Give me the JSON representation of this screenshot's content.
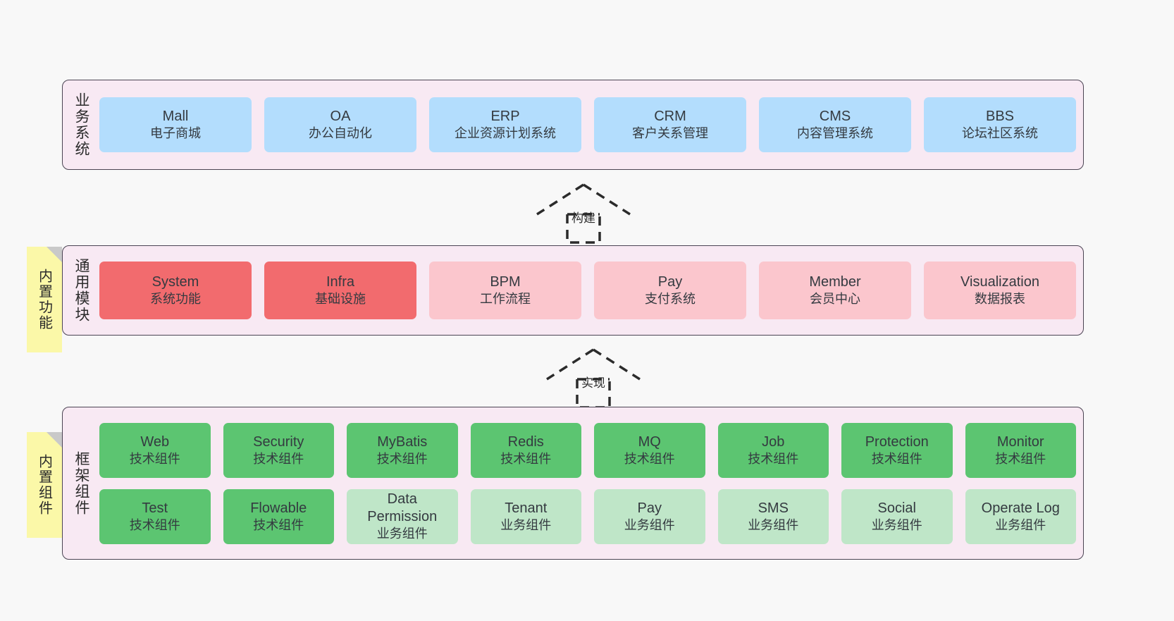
{
  "diagram": {
    "title": "",
    "colors": {
      "panel_bg": "#f8e9f3",
      "panel_border": "#4b4453",
      "blue": "#b3ddfd",
      "red": "#f26b6e",
      "pink": "#fbc6cd",
      "green": "#5cc571",
      "light_green": "#bfe6c8",
      "note_yellow": "#fbf8a8",
      "canvas_bg": "#f8f8f8"
    }
  },
  "business_layer": {
    "label": "业务系统",
    "cards": [
      {
        "name": "Mall",
        "desc": "电子商城"
      },
      {
        "name": "OA",
        "desc": "办公自动化"
      },
      {
        "name": "ERP",
        "desc": "企业资源计划系统"
      },
      {
        "name": "CRM",
        "desc": "客户关系管理"
      },
      {
        "name": "CMS",
        "desc": "内容管理系统"
      },
      {
        "name": "BBS",
        "desc": "论坛社区系统"
      }
    ]
  },
  "arrow_build": {
    "label": "构建"
  },
  "common_layer": {
    "label": "通用模块",
    "note": "内置功能",
    "cards": [
      {
        "name": "System",
        "desc": "系统功能",
        "color": "red"
      },
      {
        "name": "Infra",
        "desc": "基础设施",
        "color": "red"
      },
      {
        "name": "BPM",
        "desc": "工作流程",
        "color": "pink"
      },
      {
        "name": "Pay",
        "desc": "支付系统",
        "color": "pink"
      },
      {
        "name": "Member",
        "desc": "会员中心",
        "color": "pink"
      },
      {
        "name": "Visualization",
        "desc": "数据报表",
        "color": "pink"
      }
    ]
  },
  "arrow_impl": {
    "label": "实现"
  },
  "framework_layer": {
    "label": "框架组件",
    "note": "内置组件",
    "row1": [
      {
        "name": "Web",
        "desc": "技术组件",
        "color": "green"
      },
      {
        "name": "Security",
        "desc": "技术组件",
        "color": "green"
      },
      {
        "name": "MyBatis",
        "desc": "技术组件",
        "color": "green"
      },
      {
        "name": "Redis",
        "desc": "技术组件",
        "color": "green"
      },
      {
        "name": "MQ",
        "desc": "技术组件",
        "color": "green"
      },
      {
        "name": "Job",
        "desc": "技术组件",
        "color": "green"
      },
      {
        "name": "Protection",
        "desc": "技术组件",
        "color": "green"
      },
      {
        "name": "Monitor",
        "desc": "技术组件",
        "color": "green"
      }
    ],
    "row2": [
      {
        "name": "Test",
        "desc": "技术组件",
        "color": "green"
      },
      {
        "name": "Flowable",
        "desc": "技术组件",
        "color": "green"
      },
      {
        "name": "Data Permission",
        "desc": "业务组件",
        "color": "light_green"
      },
      {
        "name": "Tenant",
        "desc": "业务组件",
        "color": "light_green"
      },
      {
        "name": "Pay",
        "desc": "业务组件",
        "color": "light_green"
      },
      {
        "name": "SMS",
        "desc": "业务组件",
        "color": "light_green"
      },
      {
        "name": "Social",
        "desc": "业务组件",
        "color": "light_green"
      },
      {
        "name": "Operate Log",
        "desc": "业务组件",
        "color": "light_green"
      }
    ]
  }
}
